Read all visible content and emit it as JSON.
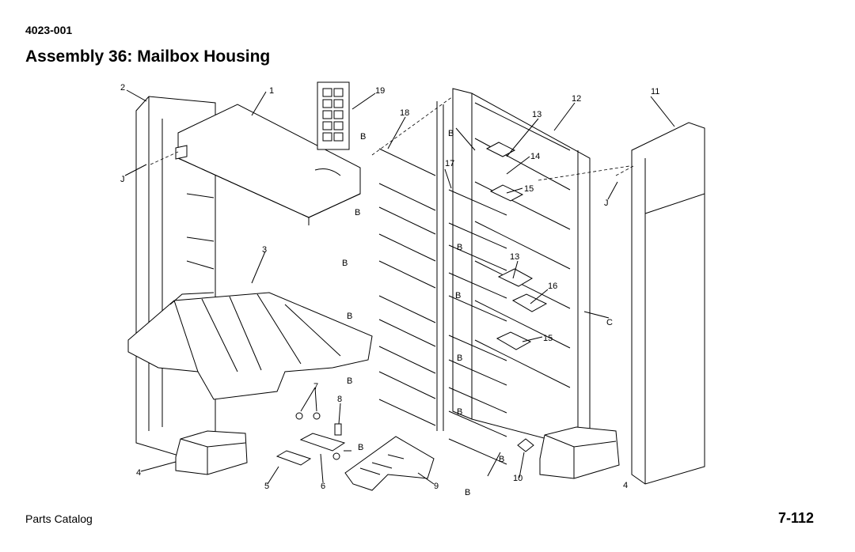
{
  "header": {
    "doc_number": "4023-001",
    "title": "Assembly 36:  Mailbox Housing"
  },
  "footer": {
    "catalog": "Parts Catalog",
    "page": "7-112"
  },
  "callouts": {
    "c1": "1",
    "c2": "2",
    "c3": "3",
    "c4a": "4",
    "c4b": "4",
    "c5": "5",
    "c6": "6",
    "c7": "7",
    "c8": "8",
    "c9": "9",
    "c10": "10",
    "c11": "11",
    "c12": "12",
    "c13a": "13",
    "c13b": "13",
    "c14": "14",
    "c15a": "15",
    "c15b": "15",
    "c16": "16",
    "c17": "17",
    "c18": "18",
    "c19": "19",
    "J1": "J",
    "J2": "J",
    "C": "C",
    "B1": "B",
    "B2": "B",
    "B3": "B",
    "B4": "B",
    "B5": "B",
    "B6": "B",
    "B7": "B",
    "B8": "B",
    "B9": "B",
    "B10": "B",
    "B11": "B",
    "B12": "B",
    "B13": "B"
  }
}
